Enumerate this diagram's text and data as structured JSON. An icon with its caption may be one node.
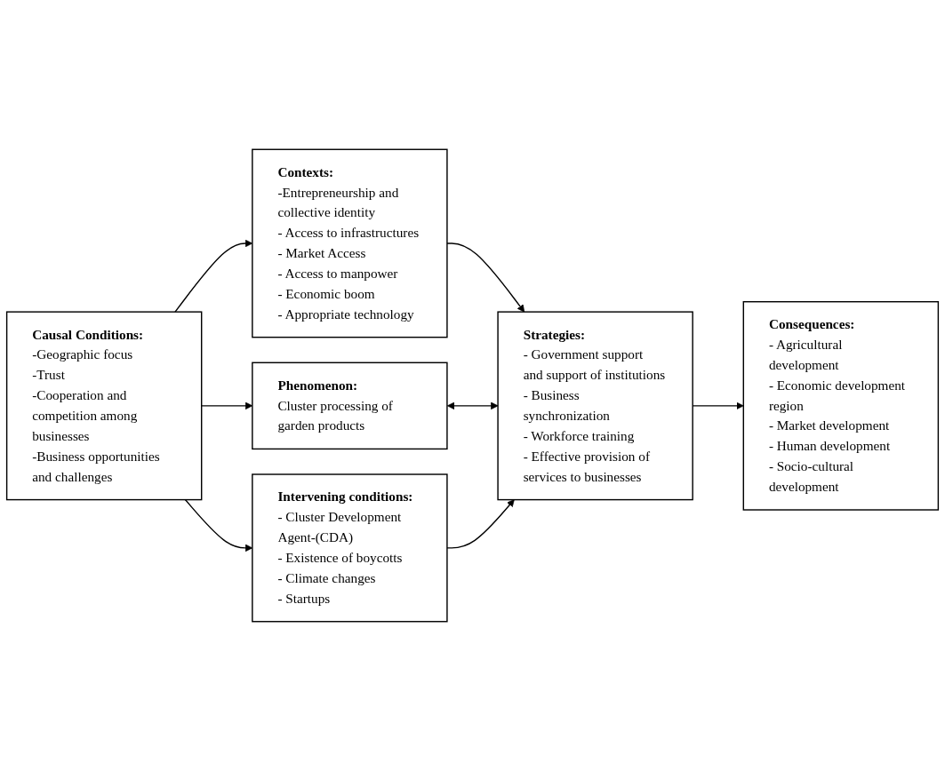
{
  "diagram": {
    "nodes": [
      {
        "text": [
          "Causal Conditions:",
          "-Geographic focus",
          "-Trust",
          "-Cooperation and competition among businesses",
          "-Business opportunities and challenges"
        ]
      },
      {
        "text": [
          "Contexts:",
          "-Entrepreneurship and collective identity",
          "- Access to infrastructures",
          "- Market Access",
          "- Access to manpower",
          "- Economic boom",
          "- Appropriate technology"
        ]
      },
      {
        "text": [
          "Phenomenon:",
          "Cluster processing of garden products"
        ]
      },
      {
        "text": [
          "Intervening conditions:",
          "- Cluster Development Agent-(CDA)",
          "- Existence of boycotts",
          "- Climate changes",
          "- Startups"
        ]
      },
      {
        "text": [
          "Strategies:",
          "- Government support and support of institutions",
          "- Business synchronization",
          "- Workforce training",
          "- Effective provision of services to businesses"
        ]
      },
      {
        "text": [
          "Consequences:",
          "- Agricultural development",
          "- Economic development region",
          "- Market development",
          "- Human development",
          "- Socio-cultural development"
        ]
      }
    ],
    "edges": [
      {
        "from": 0,
        "to": 1,
        "arrow": "to"
      },
      {
        "from": 0,
        "to": 2,
        "arrow": "to"
      },
      {
        "from": 0,
        "to": 3,
        "arrow": "to"
      },
      {
        "from": 1,
        "to": 4,
        "arrow": "to"
      },
      {
        "from": 2,
        "to": 4,
        "arrow": "both"
      },
      {
        "from": 3,
        "to": 4,
        "arrow": "to"
      },
      {
        "from": 4,
        "to": 5,
        "arrow": "to"
      }
    ]
  }
}
